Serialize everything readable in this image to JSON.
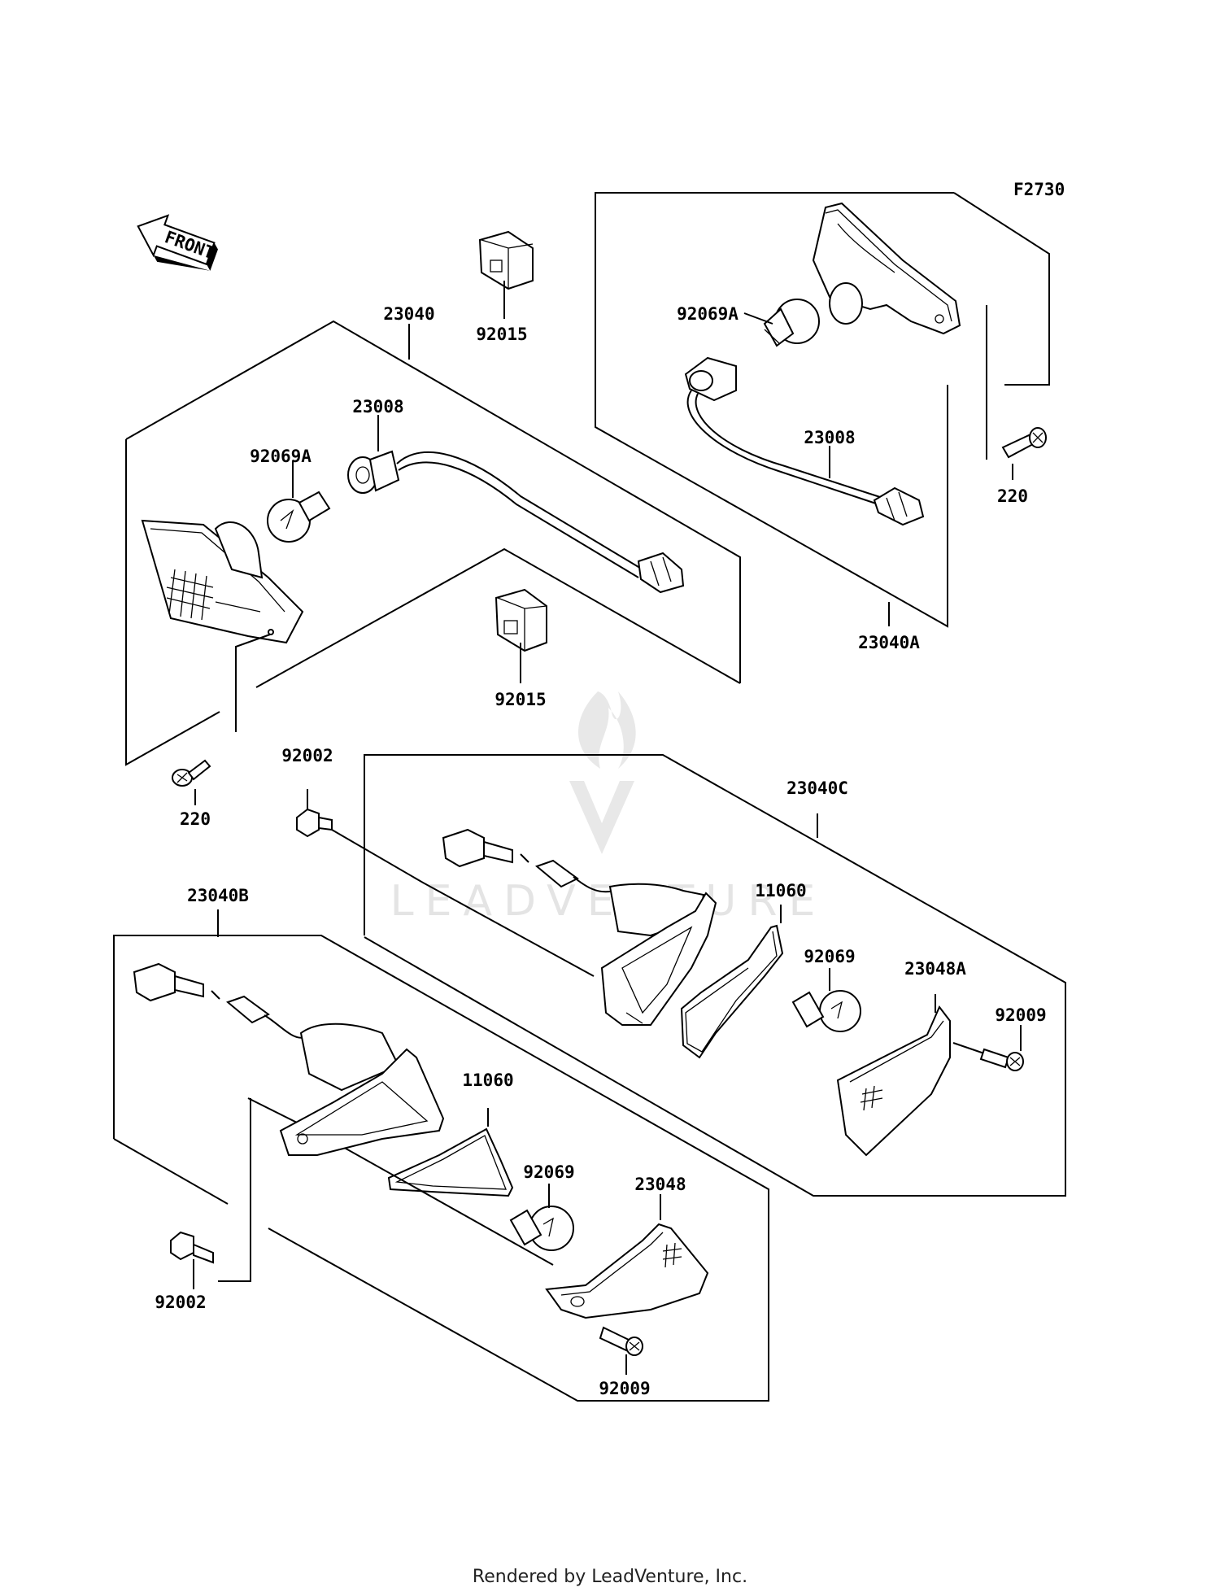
{
  "figure_code": "F2730",
  "front_label": "FRONT",
  "watermark": "LEADVENTURE",
  "footer": "Rendered by LeadVenture, Inc.",
  "callouts": {
    "assy_23040": "23040",
    "clip_92015_top": "92015",
    "socket_23008_left": "23008",
    "bulb_92069a_left": "92069A",
    "clip_92015_mid": "92015",
    "screw_220_left": "220",
    "bulb_92069a_right": "92069A",
    "socket_23008_right": "23008",
    "screw_220_right": "220",
    "assy_23040a": "23040A",
    "bolt_92002_top": "92002",
    "assy_23040c": "23040C",
    "gasket_11060_right": "11060",
    "bulb_92069_right": "92069",
    "lens_23048a": "23048A",
    "screw_92009_right": "92009",
    "assy_23040b": "23040B",
    "gasket_11060_left": "11060",
    "bulb_92069_left": "92069",
    "lens_23048": "23048",
    "bolt_92002_bottom": "92002",
    "screw_92009_bottom": "92009"
  }
}
